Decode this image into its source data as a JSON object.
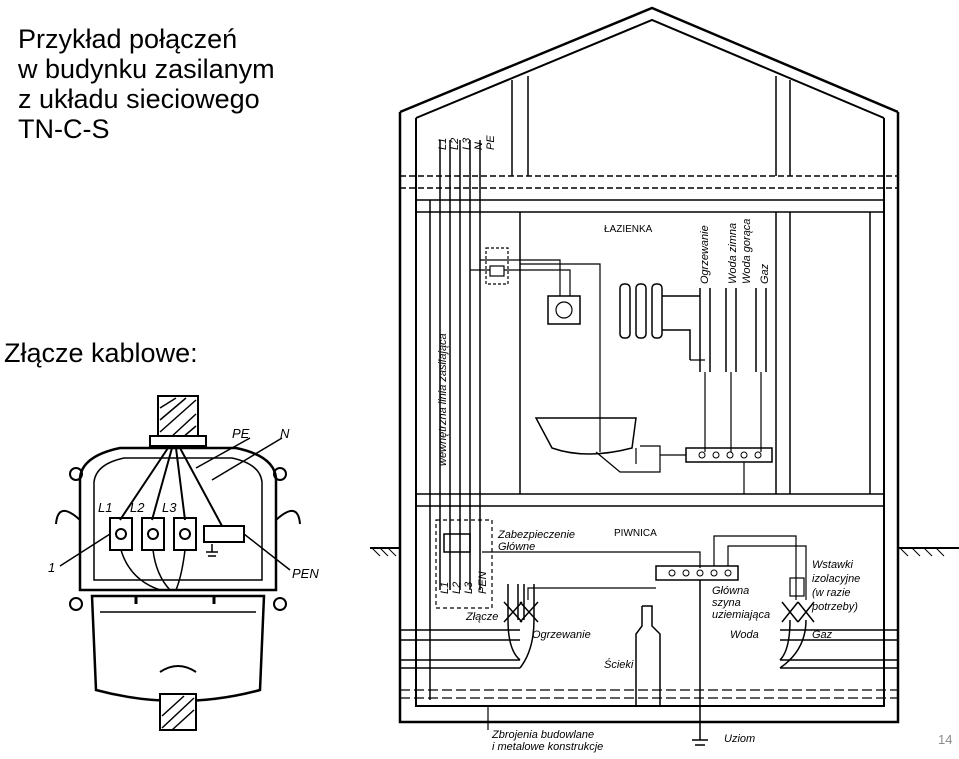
{
  "title_lines": [
    "Przykład połączeń",
    "w budynku zasilanym",
    "z układu sieciowego",
    "TN-C-S"
  ],
  "subtitle": "Złącze kablowe:",
  "page_number": "14",
  "connector_labels": {
    "pe": "PE",
    "n": "N",
    "l1": "L1",
    "l2": "L2",
    "l3": "L3",
    "pen": "PEN",
    "ref_1": "1"
  },
  "building": {
    "conductors_top": [
      "L1",
      "L2",
      "L3",
      "N",
      "PE"
    ],
    "internal_line": "wewnętrzna linia zasilająca",
    "bathroom": "ŁAZIENKA",
    "risers": [
      "Ogrzewanie",
      "Woda zimna",
      "Woda gorąca",
      "Gaz"
    ],
    "basement": "PIWNICA",
    "main_fuse": [
      "Zabezpieczenie",
      "Główne"
    ],
    "conductors_bottom": [
      "L1",
      "L2",
      "L3",
      "PEN"
    ],
    "connector": "Złącze",
    "heating": "Ogrzewanie",
    "busbar": [
      "Główna",
      "szyna",
      "uziemiająca"
    ],
    "sewage": "Ścieki",
    "inserts": [
      "Wstawki",
      "izolacyjne",
      "(w razie",
      "potrzeby)"
    ],
    "water": "Woda",
    "gas": "Gaz",
    "reinforcement": [
      "Zbrojenia budowlane",
      "i metalowe konstrukcje"
    ],
    "earth": "Uziom"
  },
  "colors": {
    "line": "#000000",
    "page_number": "#8c8c8c"
  }
}
